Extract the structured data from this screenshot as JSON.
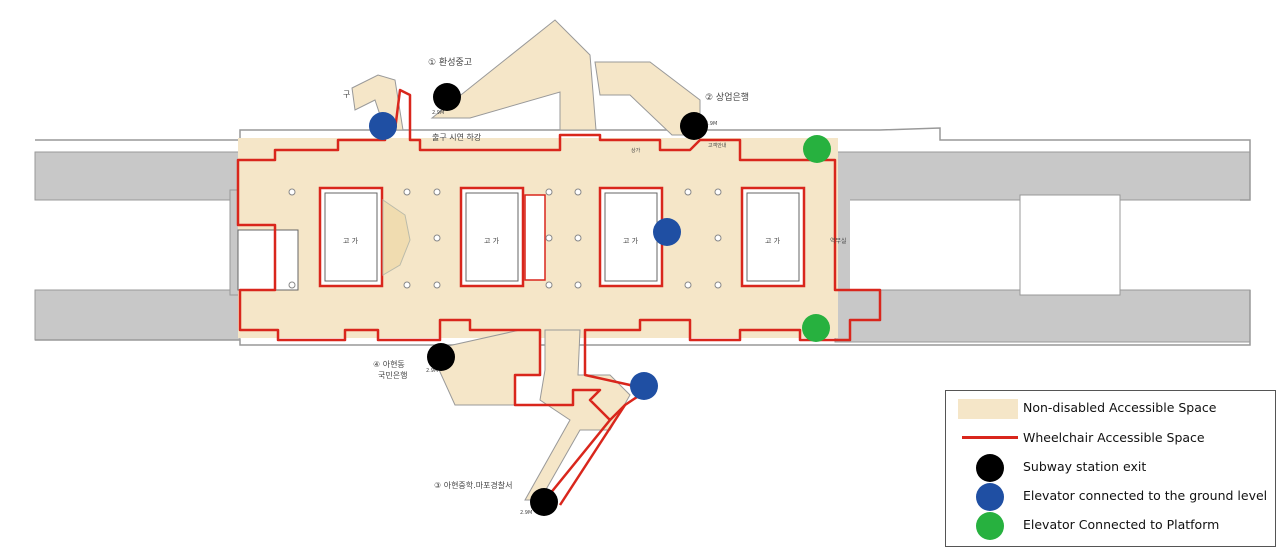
{
  "plan_labels": {
    "exit1": "① 환성중고",
    "exit2": "② 상업은행",
    "exit3": "③ 아현중학.마포경찰서",
    "exit4a": "④ 아현동",
    "exit4b": "국민은행",
    "exit_note": "출구 시연 하강",
    "depth_a": "2.9M",
    "depth_b": "2.9M",
    "depth_c": "2.9M",
    "depth_d": "2.9M",
    "area1": "고 가",
    "area2": "고 가",
    "area3": "고 가",
    "area4": "고 가",
    "shop": "상가",
    "office": "역무실",
    "info": "고객안내",
    "stair_mark": "구"
  },
  "legend": {
    "items": [
      {
        "label": "Non-disabled Accessible Space",
        "kind": "fill",
        "color": "#f5e6c8"
      },
      {
        "label": "Wheelchair Accessible Space",
        "kind": "line",
        "color": "#d9261c"
      },
      {
        "label": "Subway station exit",
        "kind": "dot",
        "color": "#000000"
      },
      {
        "label": "Elevator connected to the ground level",
        "kind": "dot",
        "color": "#1f4fa3"
      },
      {
        "label": "Elevator Connected to Platform",
        "kind": "dot",
        "color": "#27b13f"
      }
    ]
  },
  "colors": {
    "concourse": "#f5e6c8",
    "route": "#d9261c",
    "platform": "#c8c8c8",
    "exit": "#000000",
    "elevator_ground": "#1f4fa3",
    "elevator_platform": "#27b13f"
  }
}
